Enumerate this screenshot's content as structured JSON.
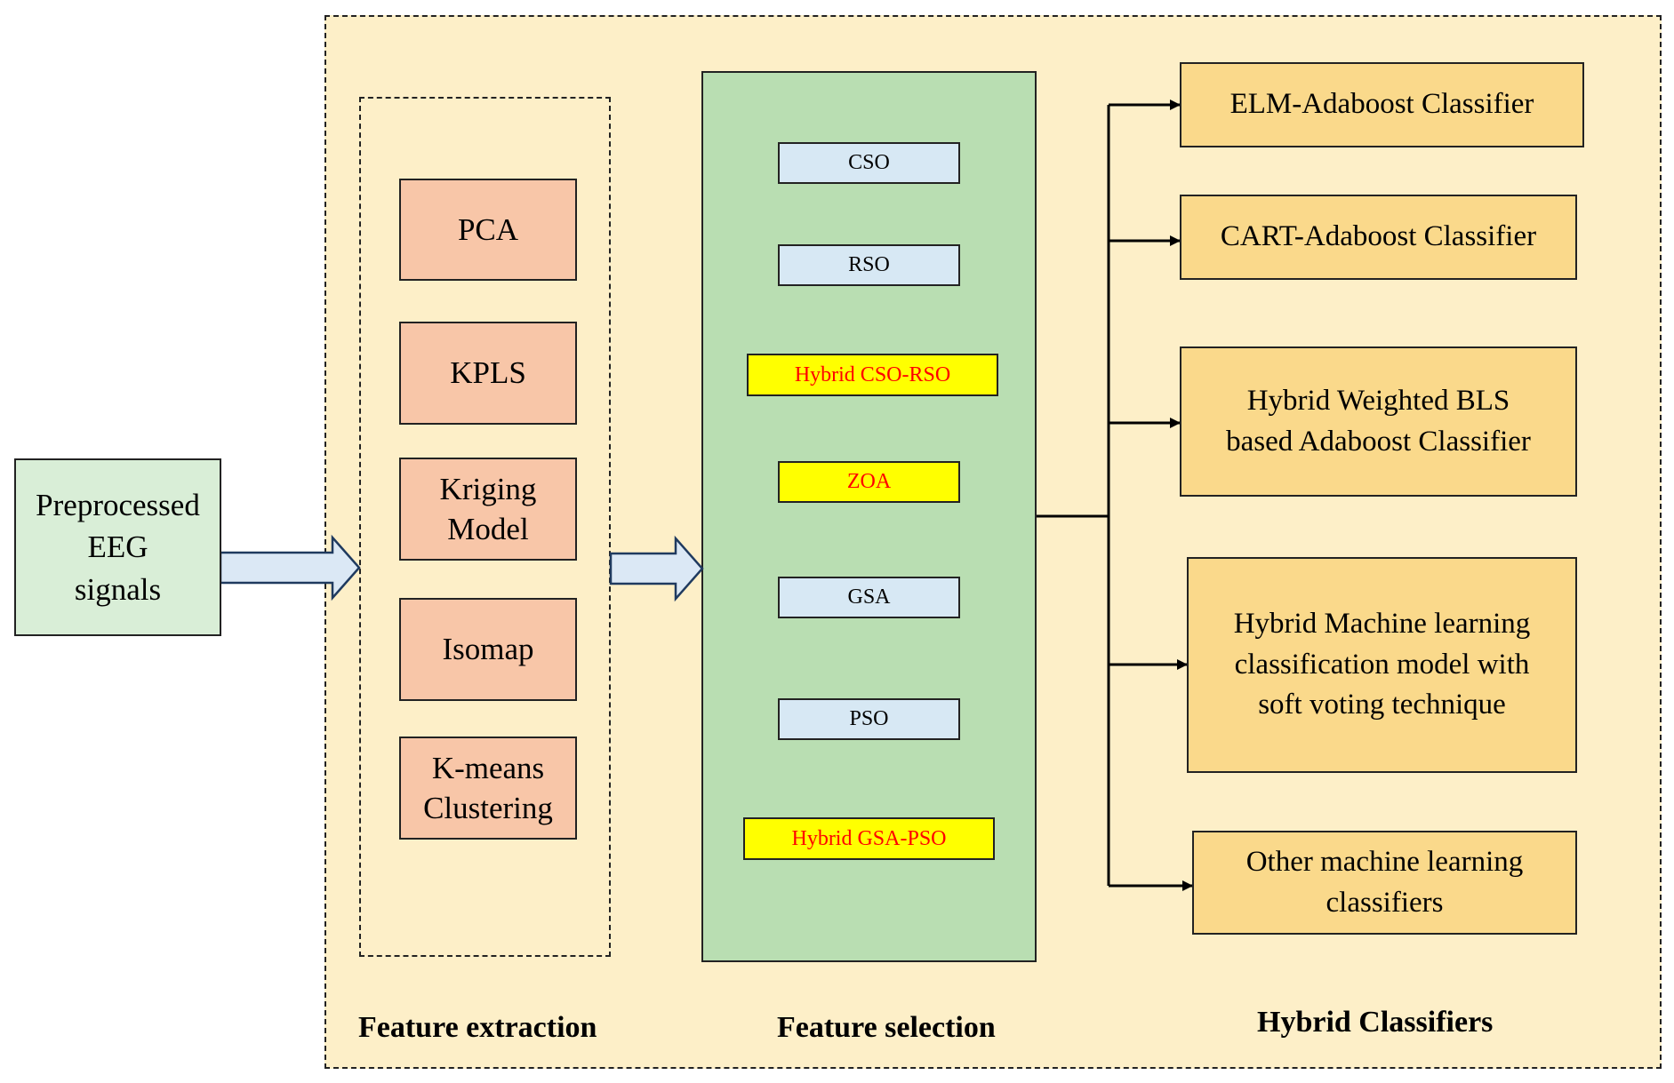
{
  "input": {
    "line1": "Preprocessed",
    "line2": "EEG",
    "line3": "signals"
  },
  "feature_extraction": {
    "label": "Feature extraction",
    "methods": [
      {
        "line1": "PCA",
        "line2": ""
      },
      {
        "line1": "KPLS",
        "line2": ""
      },
      {
        "line1": "Kriging",
        "line2": "Model"
      },
      {
        "line1": "Isomap",
        "line2": ""
      },
      {
        "line1": "K-means",
        "line2": "Clustering"
      }
    ]
  },
  "feature_selection": {
    "label": "Feature selection",
    "methods": [
      {
        "name": "CSO",
        "highlight": false
      },
      {
        "name": "RSO",
        "highlight": false
      },
      {
        "name": "Hybrid CSO-RSO",
        "highlight": true
      },
      {
        "name": "ZOA",
        "highlight": true
      },
      {
        "name": "GSA",
        "highlight": false
      },
      {
        "name": "PSO",
        "highlight": false
      },
      {
        "name": "Hybrid GSA-PSO",
        "highlight": true
      }
    ]
  },
  "hybrid_classifiers": {
    "label": "Hybrid Classifiers",
    "items": [
      {
        "line1": "ELM-Adaboost Classifier",
        "line2": "",
        "line3": ""
      },
      {
        "line1": "CART-Adaboost Classifier",
        "line2": "",
        "line3": ""
      },
      {
        "line1": "Hybrid Weighted BLS",
        "line2": "based Adaboost Classifier",
        "line3": ""
      },
      {
        "line1": "Hybrid Machine learning",
        "line2": "classification model with",
        "line3": "soft voting technique"
      },
      {
        "line1": "Other machine learning",
        "line2": "classifiers",
        "line3": ""
      }
    ]
  },
  "colors": {
    "panel_bg": "#fdefc8",
    "input_box": "#d9eed7",
    "feature_extraction_box": "#f8c6a8",
    "feature_selection_panel": "#b9deb2",
    "selection_box": "#d7e8f4",
    "highlight_box": "#ffff00",
    "highlight_text": "#ff0000",
    "classifier_box": "#fad98b",
    "arrow_fill": "#dbe8f5"
  }
}
